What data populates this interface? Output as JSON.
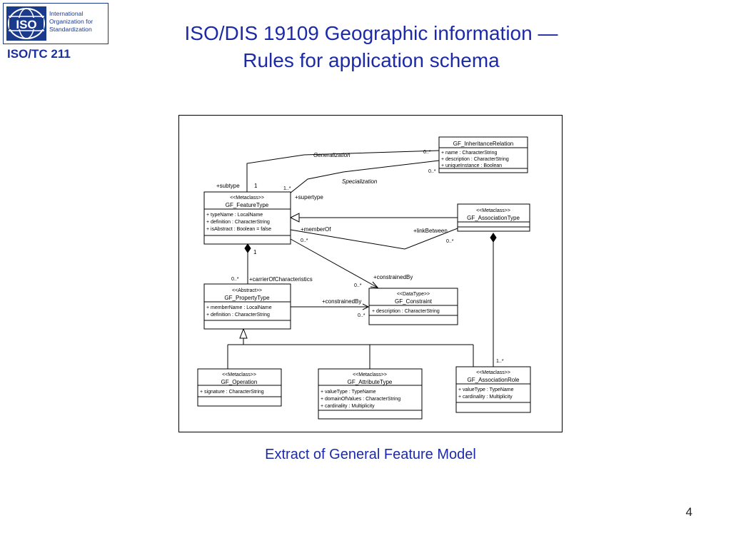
{
  "header": {
    "logo_mark": "ISO",
    "logo_lines": [
      "International",
      "Organization for",
      "Standardization"
    ],
    "committee": "ISO/TC 211",
    "title_line1": "ISO/DIS 19109 Geographic information —",
    "title_line2": "Rules for application schema"
  },
  "diagram": {
    "classes": {
      "inheritance_relation": {
        "name": "GF_InheritanceRelation",
        "attrs": [
          "+ name : CharacterString",
          "+ description : CharacterString",
          "+ uniqueInstance : Boolean"
        ]
      },
      "feature_type": {
        "stereotype": "<<Metaclass>>",
        "name": "GF_FeatureType",
        "attrs": [
          "+ typeName : LocalName",
          "+ definition : CharacterString",
          "+ isAbstract : Boolean = false"
        ]
      },
      "association_type": {
        "stereotype": "<<Metaclass>>",
        "name": "GF_AssociationType"
      },
      "property_type": {
        "stereotype": "<<Abstract>>",
        "name": "GF_PropertyType",
        "attrs": [
          "+ memberName : LocalName",
          "+ definition : CharacterString"
        ]
      },
      "constraint": {
        "stereotype": "<<DataType>>",
        "name": "GF_Constraint",
        "attrs": [
          "+ description : CharacterString"
        ]
      },
      "operation": {
        "stereotype": "<<Metaclass>>",
        "name": "GF_Operation",
        "attrs": [
          "+ signature : CharacterString"
        ]
      },
      "attribute_type": {
        "stereotype": "<<Metaclass>>",
        "name": "GF_AttributeType",
        "attrs": [
          "+ valueType : TypeName",
          "+ domainOfValues : CharacterString",
          "+ cardinality : Multiplicity"
        ]
      },
      "association_role": {
        "stereotype": "<<Metaclass>>",
        "name": "GF_AssociationRole",
        "attrs": [
          "+ valueType : TypeName",
          "+ cardinality : Multiplicity"
        ]
      }
    },
    "labels": {
      "generalization": "Generalization",
      "specialization": "Specialization",
      "subtype": "+subtype",
      "supertype": "+supertype",
      "member_of": "+memberOf",
      "link_between": "+linkBetween",
      "carrier": "+carrierOfCharacteristics",
      "constrained_by_1": "+constrainedBy",
      "constrained_by_2": "+constrainedBy",
      "mult_gen_0n": "0..*",
      "mult_spec_0n": "0..*",
      "mult_sub_1": "1",
      "mult_super_1n": "1..*",
      "mult_member_0n": "0..*",
      "mult_link_0n": "0..*",
      "mult_ft_1": "1",
      "mult_carrier_0n": "0..*",
      "mult_cb1_0n": "0..*",
      "mult_cb2_0n": "0..*",
      "mult_role_1n": "1..*"
    }
  },
  "caption": "Extract of General Feature Model",
  "page_number": "4"
}
